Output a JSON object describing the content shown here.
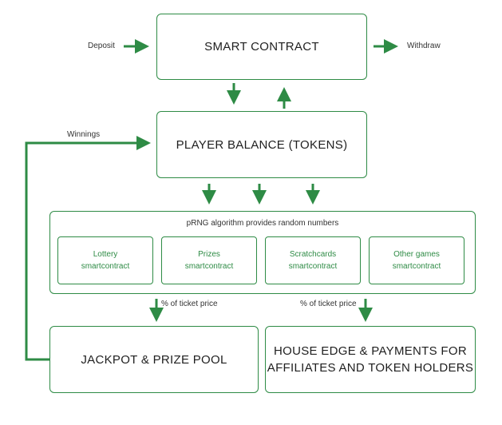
{
  "smart_contract": {
    "title": "SMART CONTRACT",
    "deposit_label": "Deposit",
    "withdraw_label": "Withdraw"
  },
  "player_balance": {
    "title": "PLAYER BALANCE (TOKENS)",
    "winnings_label": "Winnings"
  },
  "prng": {
    "title": "pRNG algorithm provides random numbers",
    "games": [
      {
        "line1": "Lottery",
        "line2": "smartcontract"
      },
      {
        "line1": "Prizes",
        "line2": "smartcontract"
      },
      {
        "line1": "Scratchcards",
        "line2": "smartcontract"
      },
      {
        "line1": "Other games",
        "line2": "smartcontract"
      }
    ]
  },
  "flows": {
    "left_pct_label": "% of ticket price",
    "right_pct_label": "% of ticket price"
  },
  "jackpot": {
    "title": "JACKPOT & PRIZE POOL"
  },
  "house_edge": {
    "line1": "HOUSE EDGE & PAYMENTS FOR",
    "line2": "AFFILIATES AND TOKEN HOLDERS"
  },
  "colors": {
    "accent": "#2e8b45",
    "background": "#ffffff",
    "text": "#222222"
  }
}
